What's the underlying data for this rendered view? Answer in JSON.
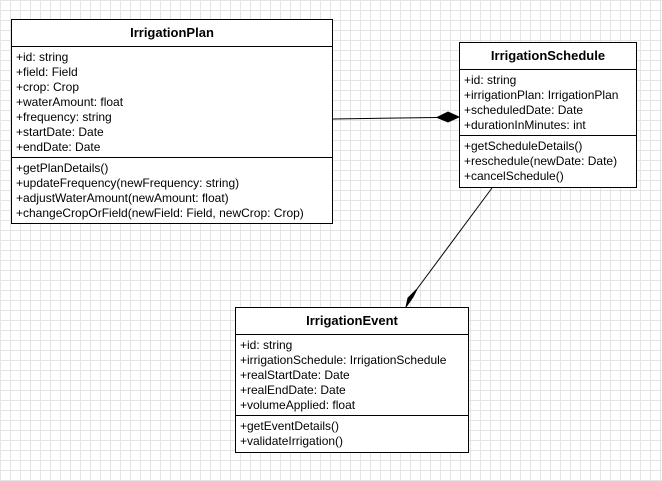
{
  "diagram": {
    "classes": {
      "irrigation_plan": {
        "name": "IrrigationPlan",
        "attributes": [
          "+id: string",
          "+field: Field",
          "+crop: Crop",
          "+waterAmount: float",
          "+frequency: string",
          "+startDate: Date",
          "+endDate: Date"
        ],
        "methods": [
          "+getPlanDetails()",
          "+updateFrequency(newFrequency: string)",
          "+adjustWaterAmount(newAmount: float)",
          "+changeCropOrField(newField: Field, newCrop: Crop)"
        ]
      },
      "irrigation_schedule": {
        "name": "IrrigationSchedule",
        "attributes": [
          "+id: string",
          "+irrigationPlan: IrrigationPlan",
          "+scheduledDate: Date",
          "+durationInMinutes: int"
        ],
        "methods": [
          "+getScheduleDetails()",
          "+reschedule(newDate: Date)",
          "+cancelSchedule()"
        ]
      },
      "irrigation_event": {
        "name": "IrrigationEvent",
        "attributes": [
          "+id: string",
          "+irrigationSchedule: IrrigationSchedule",
          "+realStartDate: Date",
          "+realEndDate: Date",
          "+volumeApplied: float"
        ],
        "methods": [
          "+getEventDetails()",
          "+validateIrrigation()"
        ]
      }
    },
    "relations": [
      {
        "type": "composition",
        "whole": "IrrigationSchedule",
        "part": "IrrigationPlan"
      },
      {
        "type": "composition",
        "whole": "IrrigationEvent",
        "part": "IrrigationSchedule"
      }
    ],
    "colors": {
      "line": "#000000",
      "box_fill": "#ffffff",
      "grid": "#e4e4e4"
    }
  }
}
